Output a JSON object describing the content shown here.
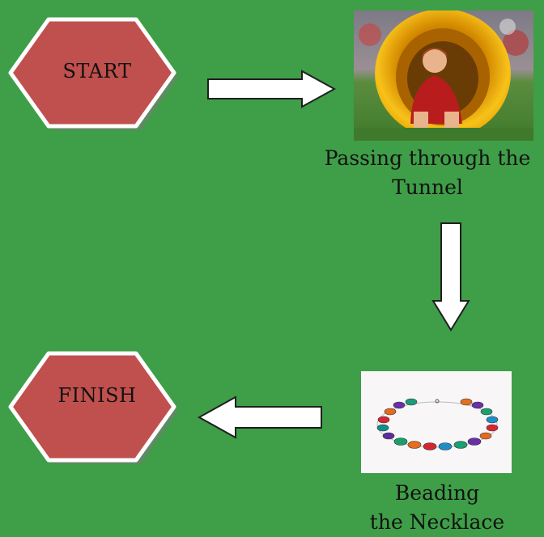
{
  "nodes": {
    "start": {
      "label": "STARТ"
    },
    "finish": {
      "label": "FINISH"
    }
  },
  "steps": {
    "tunnel": {
      "caption_line1": "Passing through the",
      "caption_line2": "Tunnel",
      "image": "child-crawling-through-yellow-tunnel"
    },
    "necklace": {
      "caption_line1": "Beading",
      "caption_line2": "the Necklace",
      "image": "bead-necklace-clipart"
    }
  },
  "colors": {
    "background": "#3f9e48",
    "hexagon_fill": "#c0504d",
    "hexagon_border": "#ffffff",
    "arrow_fill": "#ffffff",
    "arrow_stroke": "#1f1f1f"
  }
}
